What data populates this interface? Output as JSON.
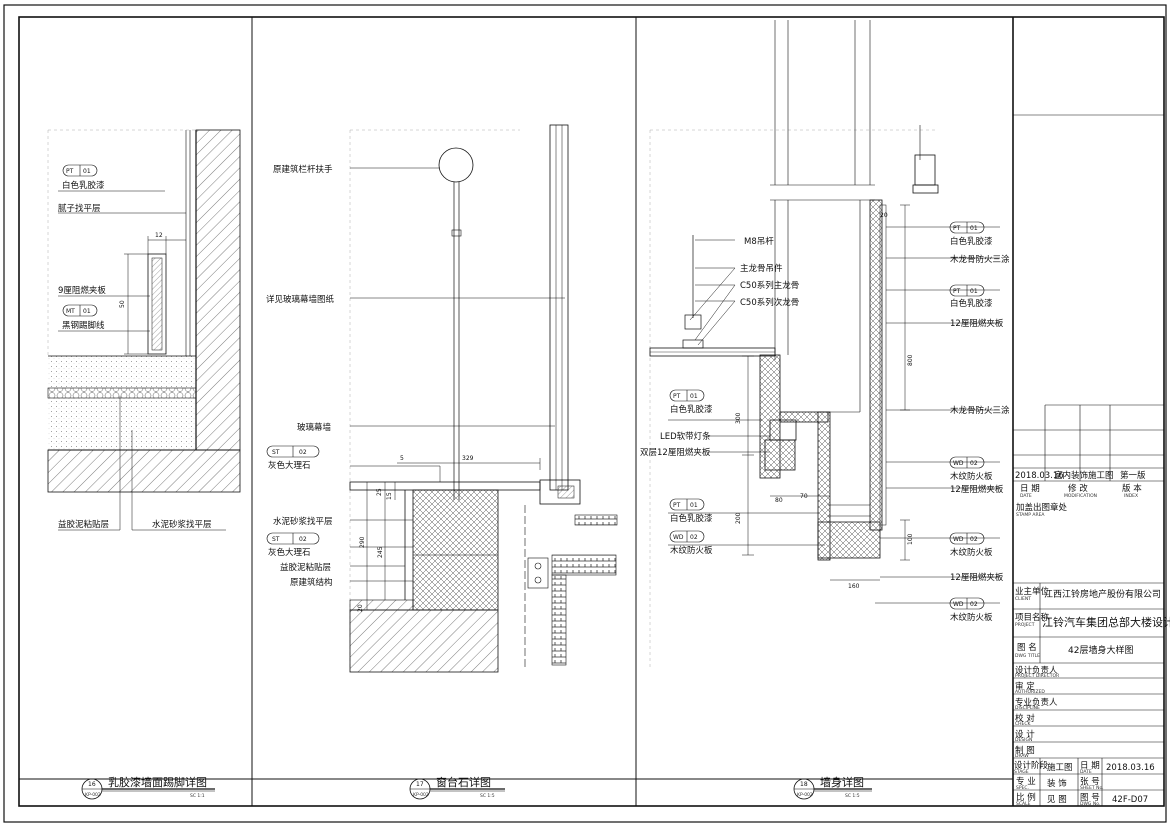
{
  "detail1": {
    "title": "乳胶漆墙面踢脚详图",
    "num": "16",
    "ref": "KP-002",
    "scale": "SC 1:1",
    "labels": {
      "pt_code": "PT",
      "pt_num": "01",
      "pt_name": "白色乳胶漆",
      "putty": "腻子找平层",
      "fireboard": "9厘阻燃夹板",
      "mt_code": "MT",
      "mt_num": "01",
      "mt_name": "黑钢踢脚线",
      "adhesive": "益胶泥粘贴层",
      "mortar": "水泥砂浆找平层",
      "dim12": "12",
      "dim50": "50"
    }
  },
  "detail2": {
    "title": "窗台石详图",
    "num": "17",
    "ref": "KP-002",
    "scale": "SC 1:5",
    "labels": {
      "handrail": "原建筑栏杆扶手",
      "glass_ref": "详见玻璃幕墙图纸",
      "curtain": "玻璃幕墙",
      "st1_code": "ST",
      "st1_num": "02",
      "st1_name": "灰色大理石",
      "mortar": "水泥砂浆找平层",
      "st2_code": "ST",
      "st2_num": "02",
      "st2_name": "灰色大理石",
      "adhesive": "益胶泥粘贴层",
      "structure": "原建筑结构",
      "dim5": "5",
      "dim329": "329",
      "dim25": "25",
      "dim15": "15",
      "dim290": "290",
      "dim245": "245",
      "dim20": "20"
    }
  },
  "detail3": {
    "title": "墙身详图",
    "num": "18",
    "ref": "KP-002",
    "scale": "SC 1:5",
    "labels": {
      "m8": "M8吊杆",
      "hanger": "主龙骨吊件",
      "c50main": "C50系列主龙骨",
      "c50sub": "C50系列次龙骨",
      "pt_a_code": "PT",
      "pt_a_num": "01",
      "pt_a_name": "白色乳胶漆",
      "led": "LED软带灯条",
      "double": "双层12厘阻燃夹板",
      "pt_b_code": "PT",
      "pt_b_num": "01",
      "pt_b_name": "白色乳胶漆",
      "wd_a_code": "WD",
      "wd_a_num": "02",
      "wd_a_name": "木纹防火板",
      "r_pt1_code": "PT",
      "r_pt1_num": "01",
      "r_pt1_name": "白色乳胶漆",
      "r_fire1": "木龙骨防火三涂",
      "r_pt2_code": "PT",
      "r_pt2_num": "01",
      "r_pt2_name": "白色乳胶漆",
      "r_board1": "12厘阻燃夹板",
      "r_fire2": "木龙骨防火三涂",
      "r_wd1_code": "WD",
      "r_wd1_num": "02",
      "r_wd1_name": "木纹防火板",
      "r_board2": "12厘阻燃夹板",
      "r_wd2_code": "WD",
      "r_wd2_num": "02",
      "r_wd2_name": "木纹防火板",
      "r_board3": "12厘阻燃夹板",
      "r_wd3_code": "WD",
      "r_wd3_num": "02",
      "r_wd3_name": "木纹防火板",
      "dim20": "20",
      "dim800": "800",
      "dim300": "300",
      "dim200": "200",
      "dim80": "80",
      "dim70": "70",
      "dim100": "100",
      "dim160": "160"
    }
  },
  "titleblock": {
    "rev_date": "2018.03.16",
    "rev_desc": "室内装饰施工图",
    "rev_ver": "第一版",
    "h_date": "日 期",
    "h_date_en": "DATE",
    "h_mod": "修 改",
    "h_mod_en": "MODIFICATION",
    "h_ver": "版 本",
    "h_ver_en": "INDEX",
    "stamp": "加盖出图章处",
    "stamp_en": "STAMP AREA",
    "client_lbl": "业主单位",
    "client_lbl_en": "CLIENT",
    "client": "江西江铃房地产股份有限公司",
    "project_lbl": "项目名称",
    "project_lbl_en": "PROJECT",
    "project": "江铃汽车集团总部大楼设计",
    "dwg_lbl": "图 名",
    "dwg_lbl_en": "DWG TITLE",
    "dwg": "42层墙身大样图",
    "director": "设计负责人",
    "director_en": "PROJECT DIRECTOR",
    "approve": "审 定",
    "approve_en": "AUTHORIZED",
    "discipline": "专业负责人",
    "discipline_en": "DISCIPLINE",
    "check": "校 对",
    "check_en": "CHECK",
    "design": "设 计",
    "design_en": "DESIGN",
    "draw": "制 图",
    "draw_en": "DRAW",
    "stage_lbl": "设计阶段",
    "stage_lbl_en": "STAGE",
    "stage": "施工图",
    "date_lbl": "日 期",
    "date_lbl_en": "DATE",
    "date": "2018.03.16",
    "spec_lbl": "专 业",
    "spec_lbl_en": "SPEC.",
    "spec": "装 饰",
    "sheet_lbl": "张 号",
    "sheet_lbl_en": "SHEET No.",
    "scale_lbl": "比 例",
    "scale_lbl_en": "SCALE",
    "scale": "见 图",
    "dwgno_lbl": "图 号",
    "dwgno_lbl_en": "DWG No.",
    "dwgno": "42F-D07"
  }
}
